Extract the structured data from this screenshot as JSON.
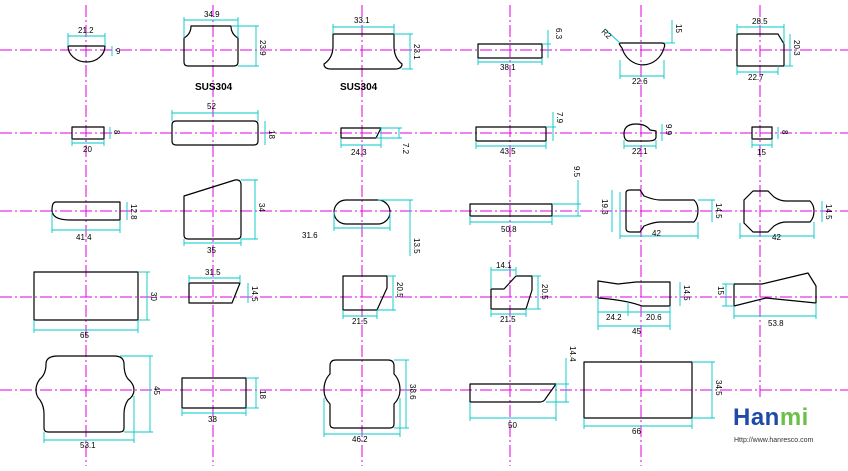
{
  "colors": {
    "axis": "#e000e0",
    "shape": "#000000",
    "dimension": "#00c8c8",
    "logo_primary": "#1f4aa8",
    "logo_accent": "#6cc04a"
  },
  "brand": {
    "name_part1": "Han",
    "name_part2": "mi",
    "url": "Http://www.hanresco.com"
  },
  "materials": {
    "m1": "SUS304",
    "m2": "SUS304"
  },
  "dims": {
    "r1c1": [
      "21.2",
      "9"
    ],
    "r1c2": [
      "34.9",
      "23.9"
    ],
    "r1c3": [
      "33.1",
      "23.1"
    ],
    "r1c4": [
      "38.1",
      "6.3"
    ],
    "r1c5": [
      "R2",
      "15",
      "22.6"
    ],
    "r1c6": [
      "28.5",
      "20.3",
      "22.7"
    ],
    "r2c1": [
      "20",
      "8"
    ],
    "r2c2": [
      "52",
      "18"
    ],
    "r2c3": [
      "24.3",
      "7.2"
    ],
    "r2c4": [
      "43.5",
      "7.9"
    ],
    "r2c5": [
      "22.1",
      "9.9"
    ],
    "r2c6": [
      "15",
      "8"
    ],
    "r3c1": [
      "41.4",
      "12.8"
    ],
    "r3c2": [
      "35",
      "34"
    ],
    "r3c3": [
      "31.6",
      "13.5"
    ],
    "r3c4": [
      "50.8",
      "9.5"
    ],
    "r3c5": [
      "19.3",
      "14.5",
      "42"
    ],
    "r3c6": [
      "42",
      "14.5"
    ],
    "r4c1": [
      "65",
      "30"
    ],
    "r4c2": [
      "31.5",
      "14.5"
    ],
    "r4c3": [
      "21.5",
      "20.5"
    ],
    "r4c4": [
      "14.1",
      "21.5",
      "20.5"
    ],
    "r4c5": [
      "24.2",
      "20.6",
      "45",
      "14.5"
    ],
    "r4c6": [
      "15",
      "53.8"
    ],
    "r5c1": [
      "53.1",
      "45"
    ],
    "r5c2": [
      "38",
      "18"
    ],
    "r5c3": [
      "46.2",
      "38.6"
    ],
    "r5c4": [
      "50",
      "14.4"
    ],
    "r5c5": [
      "66",
      "34.5"
    ]
  }
}
